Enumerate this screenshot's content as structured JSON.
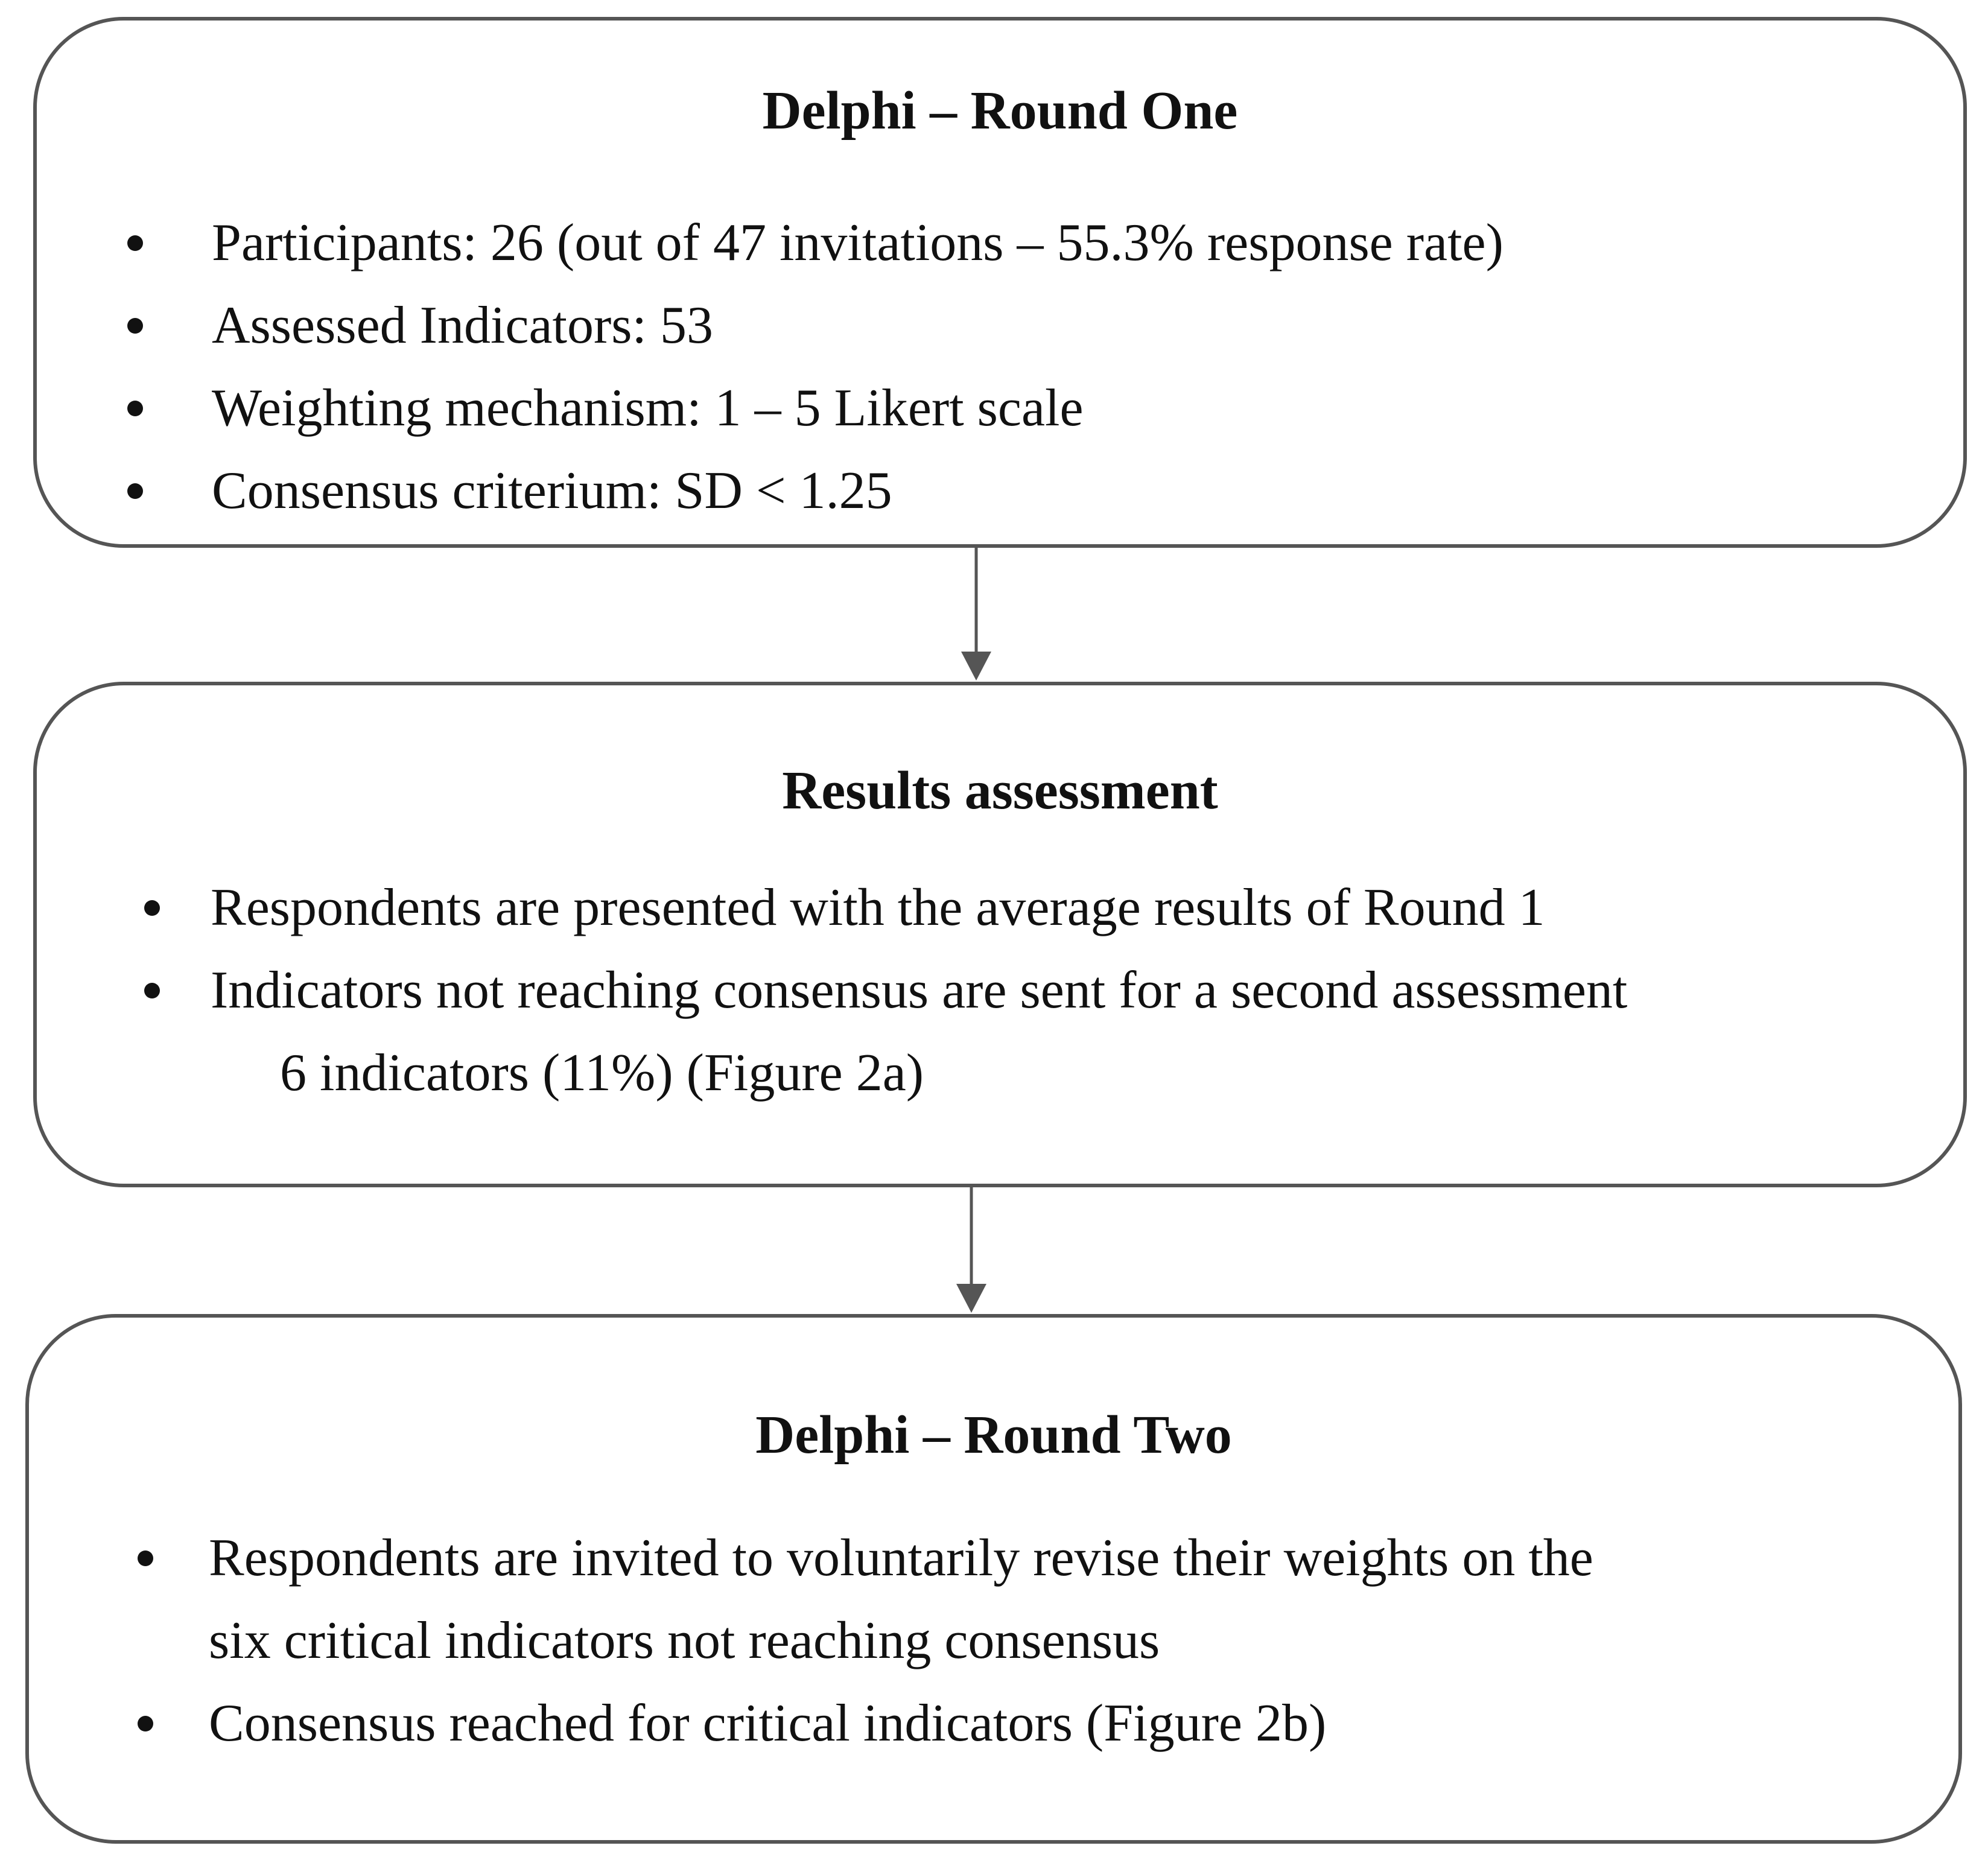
{
  "round_one": {
    "title": "Delphi – Round One",
    "bullets": [
      "Participants: 26 (out of 47 invitations – 55.3% response rate)",
      "Assessed Indicators: 53",
      "Weighting mechanism: 1 – 5 Likert scale",
      "Consensus criterium: SD < 1.25"
    ]
  },
  "results_assessment": {
    "title": "Results assessment",
    "bullets": [
      "Respondents are presented with the average results of Round 1",
      "Indicators not reaching consensus are sent for a second assessment"
    ],
    "sub_line": "6 indicators (11%) (Figure 2a)"
  },
  "round_two": {
    "title": "Delphi – Round Two",
    "bullets": [
      "Respondents are invited to voluntarily revise their weights on the",
      "six critical indicators not reaching consensus",
      "Consensus reached for critical indicators  (Figure 2b)"
    ]
  },
  "colors": {
    "border": "#555555",
    "arrow": "#555555",
    "text": "#111111"
  }
}
